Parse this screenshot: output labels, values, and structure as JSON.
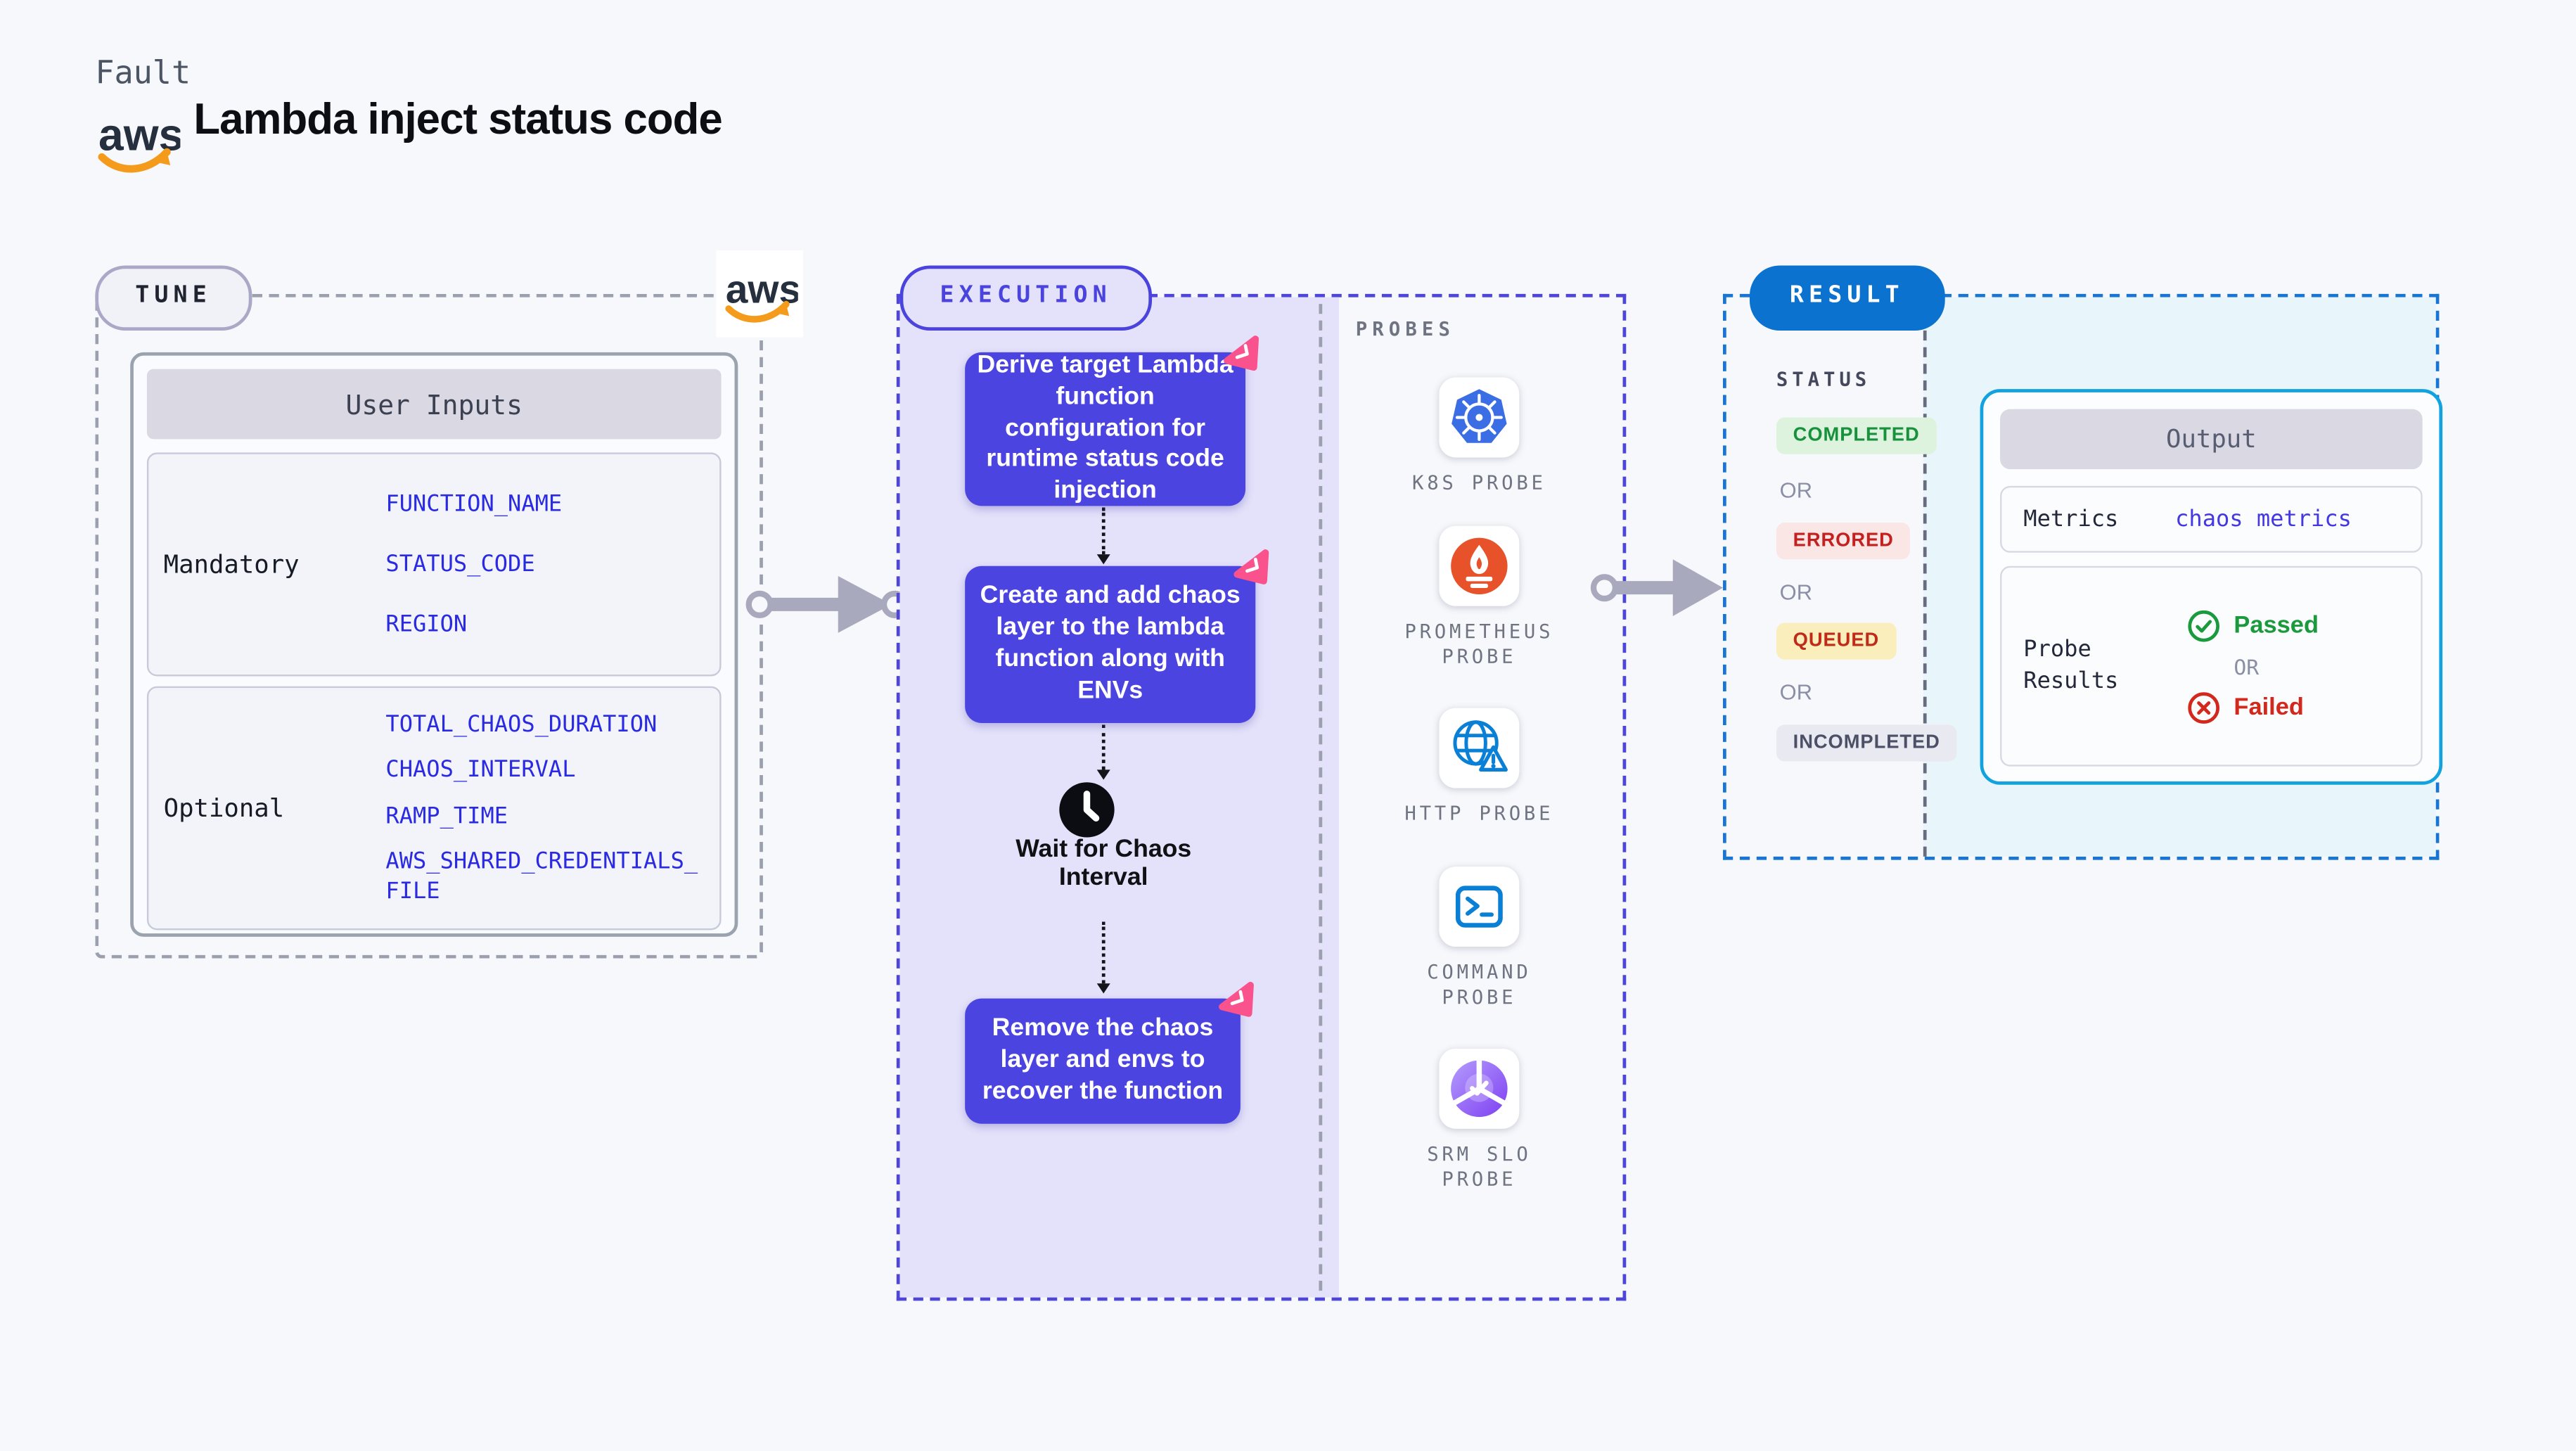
{
  "header": {
    "eyebrow": "Fault",
    "title": "Lambda inject status code",
    "aws_logo": "aws"
  },
  "tune": {
    "badge": "TUNE",
    "panel_title": "User Inputs",
    "groups": [
      {
        "label": "Mandatory",
        "fields": [
          "FUNCTION_NAME",
          "STATUS_CODE",
          "REGION"
        ]
      },
      {
        "label": "Optional",
        "fields": [
          "TOTAL_CHAOS_DURATION",
          "CHAOS_INTERVAL",
          "RAMP_TIME",
          "AWS_SHARED_CREDENTIALS_FILE"
        ]
      }
    ]
  },
  "execution": {
    "badge": "EXECUTION",
    "steps": [
      "Derive target Lambda function configuration for runtime status code injection",
      "Create and add chaos layer to the lambda function along with ENVs",
      "Remove the chaos layer and envs to recover the function"
    ],
    "wait_label": "Wait for Chaos Interval"
  },
  "probes": {
    "title": "PROBES",
    "items": [
      {
        "name": "K8S PROBE",
        "icon": "kubernetes-icon"
      },
      {
        "name": "PROMETHEUS PROBE",
        "icon": "prometheus-icon"
      },
      {
        "name": "HTTP PROBE",
        "icon": "globe-warning-icon"
      },
      {
        "name": "COMMAND PROBE",
        "icon": "terminal-icon"
      },
      {
        "name": "SRM SLO PROBE",
        "icon": "slo-donut-icon"
      }
    ]
  },
  "result": {
    "badge": "RESULT",
    "status_title": "STATUS",
    "or_label": "OR",
    "statuses": [
      {
        "label": "COMPLETED",
        "fg": "#17913c",
        "bg": "#def3de"
      },
      {
        "label": "ERRORED",
        "fg": "#c32020",
        "bg": "#fbe6e6"
      },
      {
        "label": "QUEUED",
        "fg": "#c02a18",
        "bg": "#faeebd"
      },
      {
        "label": "INCOMPLETED",
        "fg": "#4b5066",
        "bg": "#e9e9f1"
      }
    ],
    "output": {
      "title": "Output",
      "metrics_label": "Metrics",
      "metrics_value": "chaos metrics",
      "probe_results_label": "Probe Results",
      "passed_label": "Passed",
      "or_label": "OR",
      "failed_label": "Failed"
    }
  },
  "colors": {
    "page_bg": "#f7f8fb",
    "indigo": "#4c44e0",
    "exec_fill": "#e4e2fa",
    "result_blue": "#0b72cf",
    "result_cyan_bg": "#e8f5fb",
    "output_border": "#12a3de",
    "field_blue": "#2a2ae2",
    "pink_chaos": "#f9528c",
    "kubernetes_blue": "#3b6de4",
    "prometheus_orange": "#e8522a",
    "http_blue": "#0a7fd6",
    "srm_purple": "#7e3ff2",
    "aws_orange": "#f49b1b",
    "pass_green": "#1a9a3d",
    "fail_red": "#d3281c"
  }
}
